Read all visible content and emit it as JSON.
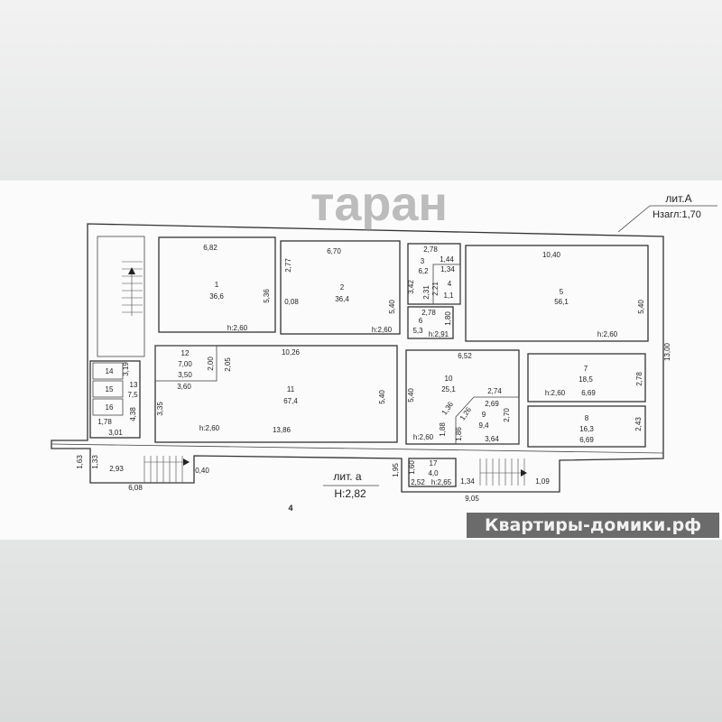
{
  "title": {
    "lit_A": "лит.А",
    "h_zagl": "Hзагл:1,70",
    "lit_a": "лит. а",
    "h_a": "H:2,82",
    "sheet": "4",
    "overall": "13,00"
  },
  "rooms": {
    "r1": {
      "num": "1",
      "area": "36,6",
      "w": "6,82",
      "d": "5,36",
      "h": "h:2,60"
    },
    "r2": {
      "num": "2",
      "area": "36,4",
      "w": "6,70",
      "d": "5,40",
      "d2": "2,77",
      "d3": "0,08",
      "h": "h:2,60"
    },
    "r3": {
      "num": "3",
      "area": "6,2",
      "w": "2,78",
      "d": "3,42",
      "d2": "2,31"
    },
    "r4": {
      "num": "4",
      "area": "1,1",
      "w": "1,44",
      "w2": "1,34",
      "d": "2,21"
    },
    "r5": {
      "num": "5",
      "area": "56,1",
      "w": "10,40",
      "d": "5,40",
      "h": "h:2,60"
    },
    "r6": {
      "num": "6",
      "area": "5,3",
      "w": "2,78",
      "d": "1,80",
      "h": "h:2,91"
    },
    "r7": {
      "num": "7",
      "area": "18,5",
      "w": "6,69",
      "d": "2,78",
      "h": "h:2,60"
    },
    "r8": {
      "num": "8",
      "area": "16,3",
      "w": "6,69",
      "d": "2,43"
    },
    "r9": {
      "num": "9",
      "area": "9,4",
      "w": "2,69",
      "w2": "3,64",
      "d": "2,70",
      "d2": "1,86",
      "d3": "1,26"
    },
    "r10": {
      "num": "10",
      "area": "25,1",
      "w": "6,52",
      "w2": "2,74",
      "d": "5,40",
      "d2": "1,88",
      "d3": "1,36",
      "h": "h:2,60"
    },
    "r11": {
      "num": "11",
      "area": "67,4",
      "w": "10,26",
      "w2": "13,86",
      "w3": "3,60",
      "d": "5,40",
      "d2": "3,35",
      "h": "h:2,60"
    },
    "r12": {
      "num": "12",
      "area": "7,00",
      "w": "3,50",
      "d": "2,00",
      "d2": "2,05"
    },
    "r13": {
      "num": "13",
      "area": "7,5",
      "d": "3,19",
      "d2": "4,38",
      "w": "1,78",
      "w2": "3,01"
    },
    "r14": {
      "num": "14"
    },
    "r15": {
      "num": "15"
    },
    "r16": {
      "num": "16"
    },
    "r17": {
      "num": "17",
      "area": "4,0",
      "w": "2,52",
      "d": "1,60",
      "h": "h:2,65"
    }
  },
  "annex": {
    "d1": "1,63",
    "d2": "1,33",
    "w1": "2,93",
    "w2": "0,40",
    "w3": "6,08",
    "d3": "1,95",
    "w4": "1,34",
    "w5": "1,09",
    "w6": "9,05"
  },
  "watermarks": {
    "agency": "таран",
    "site": "Квартиры-домики.рф"
  }
}
